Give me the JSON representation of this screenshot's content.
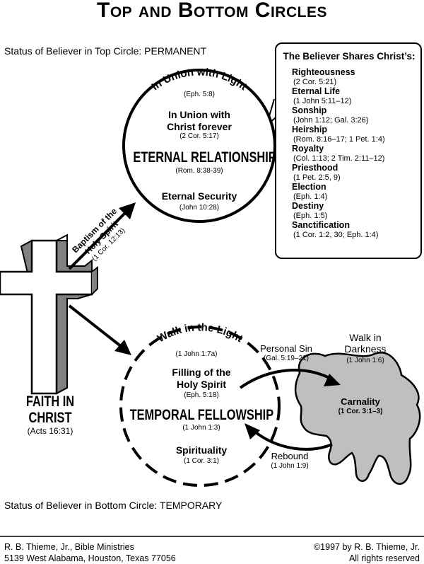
{
  "title": "Top and Bottom Circles",
  "top_status": "Status of Believer in Top Circle: PERMANENT",
  "bottom_status": "Status of Believer in Bottom Circle: TEMPORARY",
  "top_circle": {
    "arc_label": "In Union with Light",
    "arc_ref": "(Eph. 5:8)",
    "union_line1": "In Union with",
    "union_line2": "Christ forever",
    "union_ref": "(2 Cor. 5:17)",
    "relationship": "ETERNAL RELATIONSHIP",
    "relationship_ref": "(Rom. 8:38-39)",
    "security": "Eternal Security",
    "security_ref": "(John 10:28)"
  },
  "baptism": {
    "line1": "Baptism of the",
    "line2": "Holy Spirit",
    "ref": "(1 Cor. 12:13)"
  },
  "faith": {
    "line1": "FAITH IN",
    "line2": "CHRIST",
    "ref": "(Acts 16:31)"
  },
  "bottom_circle": {
    "arc_label": "Walk in the Light",
    "arc_ref": "(1 John 1:7a)",
    "filling_line1": "Filling of the",
    "filling_line2": "Holy Spirit",
    "filling_ref": "(Eph. 5:18)",
    "fellowship": "TEMPORAL FELLOWSHIP",
    "fellowship_ref": "(1 John 1:3)",
    "spirituality": "Spirituality",
    "spirituality_ref": "(1 Cor. 3:1)"
  },
  "personal_sin": {
    "label": "Personal Sin",
    "ref": "(Gal. 5:19–21)"
  },
  "rebound": {
    "label": "Rebound",
    "ref": "(1 John 1:9)"
  },
  "darkness": {
    "line1": "Walk in",
    "line2": "Darkness",
    "ref": "(1 John 1:6)",
    "carnality": "Carnality",
    "carnality_ref": "(1 Cor. 3:1–3)"
  },
  "sidebar": {
    "title": "The Believer Shares Christ’s:",
    "items": [
      {
        "name": "Righteousness",
        "ref": "(2 Cor. 5:21)"
      },
      {
        "name": "Eternal Life",
        "ref": "(1 John 5:11–12)"
      },
      {
        "name": "Sonship",
        "ref": "(John 1:12; Gal. 3:26)"
      },
      {
        "name": "Heirship",
        "ref": "(Rom. 8:16–17; 1 Pet. 1:4)"
      },
      {
        "name": "Royalty",
        "ref": "(Col. 1:13; 2 Tim. 2:11–12)"
      },
      {
        "name": "Priesthood",
        "ref": "(1 Pet. 2:5, 9)"
      },
      {
        "name": "Election",
        "ref": "(Eph. 1:4)"
      },
      {
        "name": "Destiny",
        "ref": "(Eph. 1:5)"
      },
      {
        "name": "Sanctification",
        "ref": "(1 Cor. 1:2, 30; Eph. 1:4)"
      }
    ]
  },
  "footer": {
    "left_line1": "R. B. Thieme, Jr., Bible Ministries",
    "left_line2": "5139 West Alabama, Houston, Texas 77056",
    "right_line1": "©1997 by R. B. Thieme, Jr.",
    "right_line2": "All rights reserved"
  },
  "colors": {
    "ink": "#000000",
    "carnality_fill": "#bfbfbf",
    "cross_shadow": "#808080"
  },
  "icons": [
    "cross-icon",
    "arrow-icon",
    "curved-arrow-icon",
    "blob-shape"
  ]
}
